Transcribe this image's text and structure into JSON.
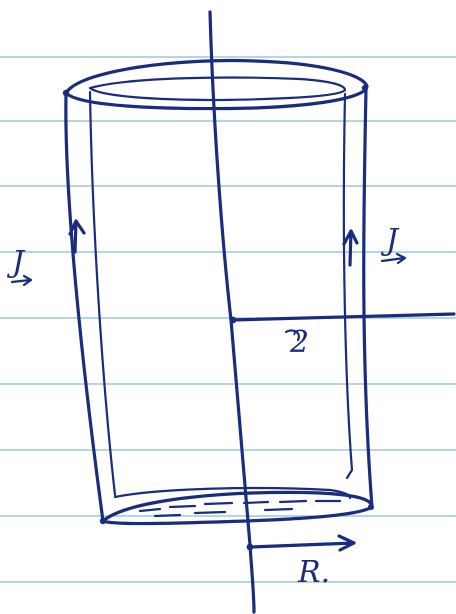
{
  "diagram": {
    "labels": {
      "current_left": "J",
      "current_right": "J",
      "inner_radius": "2",
      "outer_radius": "R."
    },
    "colors": {
      "ink": "#1a2c7e",
      "ruled_lines": "#98c9dc",
      "paper": "#ffffff"
    }
  }
}
